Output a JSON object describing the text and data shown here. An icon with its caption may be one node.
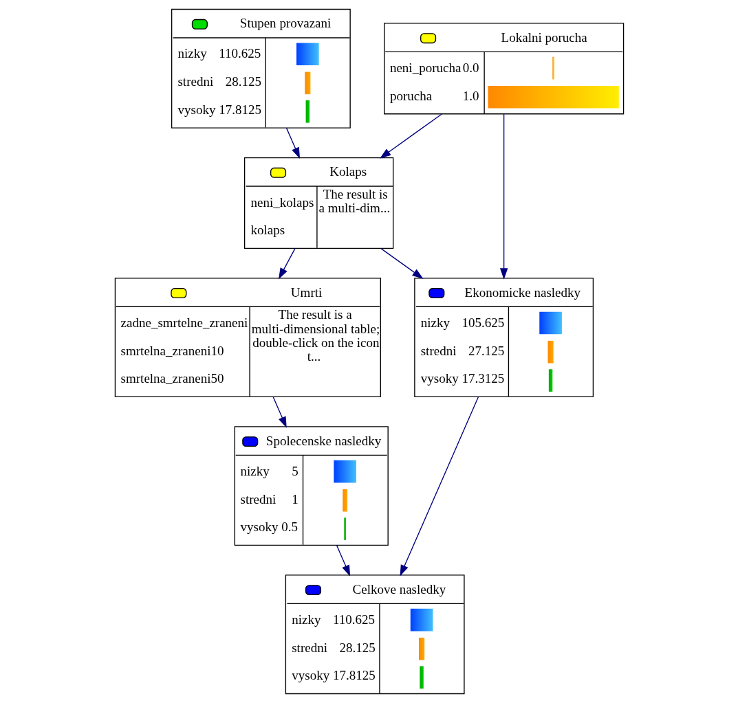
{
  "diagram": {
    "nodes": [
      {
        "text": [
          "Lokalni porucha",
          "neni_porucha",
          "0.0",
          "porucha",
          "1.0"
        ]
      },
      {
        "text": [
          "Stupen provazani",
          "nizky",
          "110.625",
          "stredni",
          "28.125",
          "vysoky",
          "17.8125"
        ]
      },
      {
        "text": [
          "Kolaps",
          "neni_kolaps",
          "kolaps",
          "The result is a multi-dim..."
        ]
      },
      {
        "text": [
          "Umrti",
          "zadne_smrtelne_zraneni",
          "smrtelna_zraneni10",
          "smrtelna_zraneni50",
          "The result is a multi-dimensional table; double-click on the icon t..."
        ]
      },
      {
        "text": [
          "Spolecenske nasledky",
          "nizky",
          "5",
          "stredni",
          "1",
          "vysoky",
          "0.5"
        ]
      },
      {
        "text": [
          "Ekonomicke nasledky",
          "nizky",
          "105.625",
          "stredni",
          "27.125",
          "vysoky",
          "17.3125"
        ]
      },
      {
        "text": [
          "Celkove nasledky",
          "nizky",
          "110.625",
          "stredni",
          "28.125",
          "vysoky",
          "17.8125"
        ]
      }
    ],
    "edges": [
      {
        "from": 0,
        "to": 2,
        "arrow": "to"
      },
      {
        "from": 1,
        "to": 2,
        "arrow": "to"
      },
      {
        "from": 2,
        "to": 3,
        "arrow": "to"
      },
      {
        "from": 3,
        "to": 4,
        "arrow": "to"
      },
      {
        "from": 0,
        "to": 5,
        "arrow": "to"
      },
      {
        "from": 2,
        "to": 5,
        "arrow": "to"
      },
      {
        "from": 4,
        "to": 6,
        "arrow": "to"
      },
      {
        "from": 5,
        "to": 6,
        "arrow": "to"
      }
    ]
  }
}
